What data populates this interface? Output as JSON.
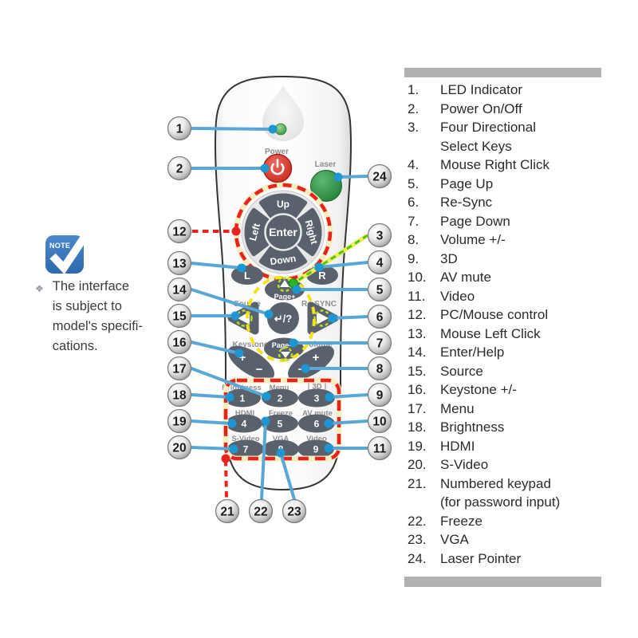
{
  "legend": {
    "items": [
      {
        "num": "1.",
        "label": "LED Indicator",
        "label2": ""
      },
      {
        "num": "2.",
        "label": "Power On/Off",
        "label2": ""
      },
      {
        "num": "3.",
        "label": "Four Directional",
        "label2": "Select Keys"
      },
      {
        "num": "4.",
        "label": "Mouse Right Click",
        "label2": ""
      },
      {
        "num": "5.",
        "label": "Page Up",
        "label2": ""
      },
      {
        "num": "6.",
        "label": "Re-Sync",
        "label2": ""
      },
      {
        "num": "7.",
        "label": "Page Down",
        "label2": ""
      },
      {
        "num": "8.",
        "label": "Volume +/-",
        "label2": ""
      },
      {
        "num": "9.",
        "label": "3D",
        "label2": ""
      },
      {
        "num": "10.",
        "label": "AV mute",
        "label2": ""
      },
      {
        "num": "11.",
        "label": "Video",
        "label2": ""
      },
      {
        "num": "12.",
        "label": "PC/Mouse control",
        "label2": ""
      },
      {
        "num": "13.",
        "label": "Mouse Left Click",
        "label2": ""
      },
      {
        "num": "14.",
        "label": "Enter/Help",
        "label2": ""
      },
      {
        "num": "15.",
        "label": "Source",
        "label2": ""
      },
      {
        "num": "16.",
        "label": "Keystone +/-",
        "label2": ""
      },
      {
        "num": "17.",
        "label": "Menu",
        "label2": ""
      },
      {
        "num": "18.",
        "label": "Brightness",
        "label2": ""
      },
      {
        "num": "19.",
        "label": "HDMI",
        "label2": ""
      },
      {
        "num": "20.",
        "label": "S-Video",
        "label2": ""
      },
      {
        "num": "21.",
        "label": "Numbered keypad",
        "label2": "(for password input)"
      },
      {
        "num": "22.",
        "label": "Freeze",
        "label2": ""
      },
      {
        "num": "23.",
        "label": "VGA",
        "label2": ""
      },
      {
        "num": "24.",
        "label": "Laser Pointer",
        "label2": ""
      }
    ]
  },
  "note": {
    "icon_label": "NOTE",
    "bullet": "❖",
    "lines": [
      "The interface",
      "is subject to",
      "model's specifi-",
      "cations."
    ]
  },
  "remote": {
    "power_label": "Power",
    "laser_label": "Laser",
    "dpad": {
      "up": "Up",
      "down": "Down",
      "left": "Left",
      "right": "Right",
      "enter": "Enter"
    },
    "mouse_left": "L",
    "mouse_right": "R",
    "page_up": "Page+",
    "page_down": "Page-",
    "source_label": "Source",
    "resync_label": "Re-SYNC",
    "enter_help": "↵/?",
    "keystone_label": "Keystone",
    "volume_label": "Volume",
    "plus": "+",
    "minus": "−",
    "keypad": {
      "labels": [
        "Brightness",
        "Menu",
        "3D",
        "HDMI",
        "Freeze",
        "AV mute",
        "S-Video",
        "VGA",
        "Video"
      ],
      "numbers": [
        "1",
        "2",
        "3",
        "4",
        "5",
        "6",
        "7",
        "8",
        "9"
      ]
    }
  },
  "callouts": [
    "1",
    "2",
    "3",
    "4",
    "5",
    "6",
    "7",
    "8",
    "9",
    "10",
    "11",
    "12",
    "13",
    "14",
    "15",
    "16",
    "17",
    "18",
    "19",
    "20",
    "21",
    "22",
    "23",
    "24"
  ],
  "colors": {
    "callout_line_blue": "#58a7d7",
    "callout_dot_blue": "#1e96d2",
    "highlight_red": "#e8231e",
    "highlight_yellow": "#f5e11e",
    "highlight_green": "#55c513",
    "button_gray": "#58616c",
    "power_red": "#d42f23",
    "laser_green": "#2e8b42",
    "note_blue": "#3c79be",
    "section_bar_gray": "#b1b1b4"
  }
}
